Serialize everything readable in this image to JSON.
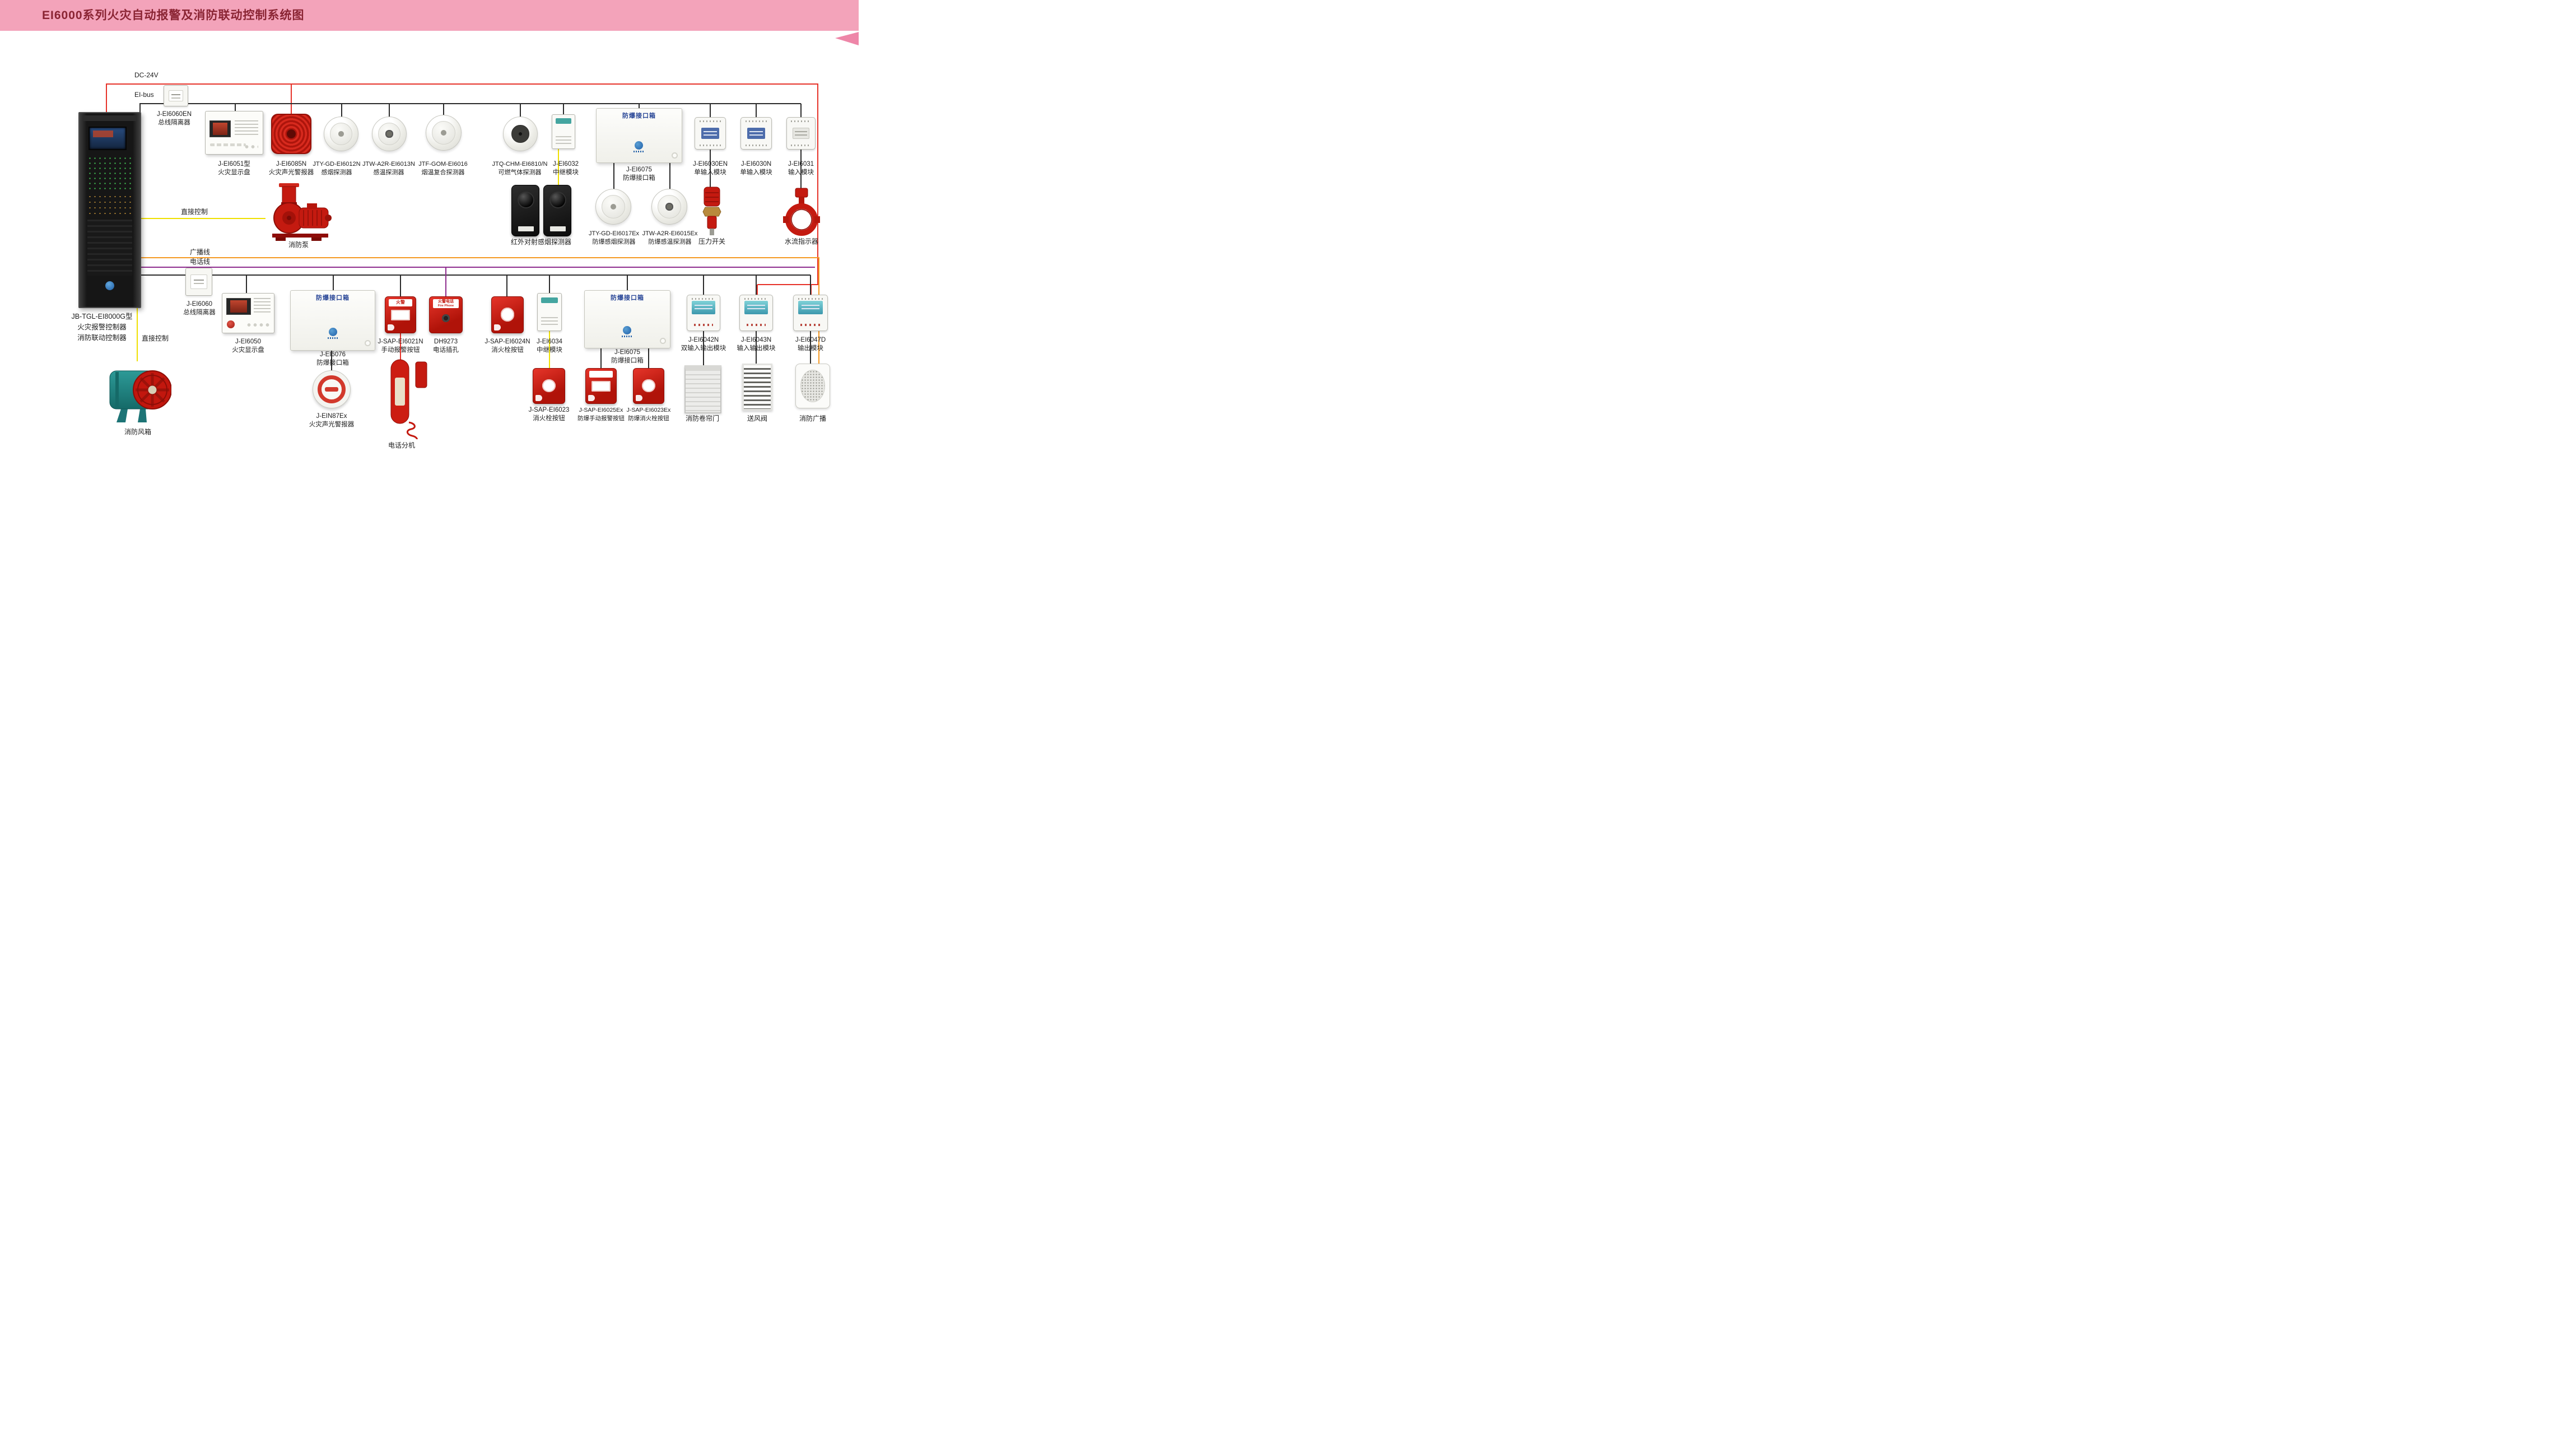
{
  "header": {
    "title": "EI6000系列火灾自动报警及消防联动控制系统图"
  },
  "lines": {
    "dc24v": "DC-24V",
    "eibus": "EI-bus",
    "direct_control_top": "直接控制",
    "broadcast": "广播线",
    "telephone": "电话线",
    "direct_control_bottom": "直接控制"
  },
  "panel": {
    "label1": "JB-TGL-EI8000G型",
    "label2": "火灾报警控制器",
    "label3": "消防联动控制器"
  },
  "box_title": "防爆接口箱",
  "devices": {
    "isolator_top": {
      "model": "J-EI6060EN",
      "name": "总线隔离器"
    },
    "display_top": {
      "model": "J-EI6051型",
      "name": "火灾显示盘"
    },
    "sounder_top": {
      "model": "J-EI6085N",
      "name": "火灾声光警报器"
    },
    "smoke": {
      "model": "JTY-GD-EI6012N",
      "name": "感烟探测器"
    },
    "heat": {
      "model": "JTW-A2R-EI6013N",
      "name": "感温探测器"
    },
    "combo": {
      "model": "JTF-GOM-EI6016",
      "name": "烟温复合探测器"
    },
    "gas": {
      "model": "JTQ-CHM-EI6810/N",
      "name": "可燃气体探测器"
    },
    "relay_top": {
      "model": "J-EI6032",
      "name": "中继模块"
    },
    "exbox_top": {
      "model": "J-EI6075",
      "name": "防爆接口箱"
    },
    "input_en": {
      "model": "J-EI6030EN",
      "name": "单输入模块"
    },
    "input_n": {
      "model": "J-EI6030N",
      "name": "单输入模块"
    },
    "input_31": {
      "model": "J-EI6031",
      "name": "输入模块"
    },
    "pump": {
      "name": "消防泵"
    },
    "beam": {
      "name": "红外对射感烟探测器"
    },
    "ex_smoke": {
      "model": "JTY-GD-EI6017Ex",
      "name": "防爆感烟探测器"
    },
    "ex_heat": {
      "model": "JTW-A2R-EI6015Ex",
      "name": "防爆感温探测器"
    },
    "pressure": {
      "name": "压力开关"
    },
    "flow": {
      "name": "水流指示器"
    },
    "isolator_bottom": {
      "model": "J-EI6060",
      "name": "总线隔离器"
    },
    "display_bottom": {
      "model": "J-EI6050",
      "name": "火灾显示盘"
    },
    "exbox_left": {
      "model": "J-EI6076",
      "name": "防爆接口箱"
    },
    "sounder_ex": {
      "model": "J-EIN87Ex",
      "name": "火灾声光警报器"
    },
    "callpoint": {
      "model": "J-SAP-EI6021N",
      "name": "手动报警按钮",
      "tag": "火警"
    },
    "phonejack": {
      "model": "DH9273",
      "name": "电话插孔",
      "tag1": "火警电话",
      "tag2": "Fire Phone"
    },
    "phone": {
      "name": "电话分机"
    },
    "hydrant_n": {
      "model": "J-SAP-EI6024N",
      "name": "消火栓按钮"
    },
    "relay_bottom": {
      "model": "J-EI6034",
      "name": "中继模块"
    },
    "exbox_mid": {
      "model": "J-EI6075",
      "name": "防爆接口箱"
    },
    "hydrant_23": {
      "model": "J-SAP-EI6023",
      "name": "消火栓按钮"
    },
    "ex_call": {
      "model": "J-SAP-EI6025Ex",
      "name": "防爆手动报警按钮"
    },
    "ex_hydrant": {
      "model": "J-SAP-EI6023Ex",
      "name": "防爆消火栓按钮"
    },
    "io_double": {
      "model": "J-EI6042N",
      "name": "双输入输出模块"
    },
    "io": {
      "model": "J-EI6043N",
      "name": "输入输出模块"
    },
    "out": {
      "model": "J-EI6047D",
      "name": "输出模块"
    },
    "shutter": {
      "name": "消防卷帘门"
    },
    "louver": {
      "name": "送风阀"
    },
    "speaker": {
      "name": "消防广播"
    },
    "fan": {
      "name": "消防风箱"
    }
  },
  "colors": {
    "header-bg": "#f3a3ba",
    "title-color": "#8a2433",
    "wire-red": "#e63229",
    "wire-black": "#2b2b2b",
    "wire-yellow": "#efe000",
    "wire-orange": "#f59a23",
    "wire-purple": "#8e2d8e"
  }
}
